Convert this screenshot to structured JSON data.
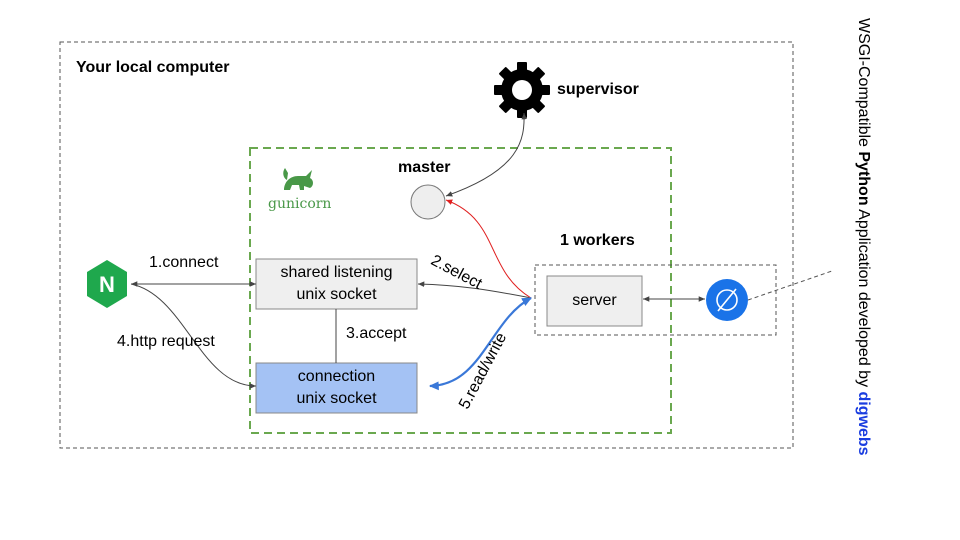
{
  "frame": {
    "title": "Your local computer"
  },
  "gunicorn": {
    "logo_text": "gunicorn"
  },
  "supervisor": {
    "label": "supervisor"
  },
  "master": {
    "label": "master"
  },
  "workers": {
    "title": "1 workers",
    "server_label": "server"
  },
  "nginx": {
    "icon_letter": "N"
  },
  "sockets": {
    "shared_line1": "shared listening",
    "shared_line2": "unix socket",
    "connection_line1": "connection",
    "connection_line2": "unix socket"
  },
  "edges": {
    "connect": "1.connect",
    "select": "2.select",
    "accept": "3.accept",
    "http_request": "4.http request",
    "read_write": "5.read/write"
  },
  "note": {
    "prefix": "WSGI-Compatible ",
    "emphasis": "Python",
    "middle": " Application developed by ",
    "brand": "digwebs"
  },
  "colors": {
    "gunicorn_green": "#499848",
    "nginx_green": "#1fa84d",
    "connection_fill": "#a4c2f4",
    "box_fill": "#efefef",
    "select_arrow": "#e02020",
    "readwrite_arrow": "#3a78d8",
    "brand_blue": "#1a3de0",
    "digwebs_icon": "#1a73e8"
  }
}
